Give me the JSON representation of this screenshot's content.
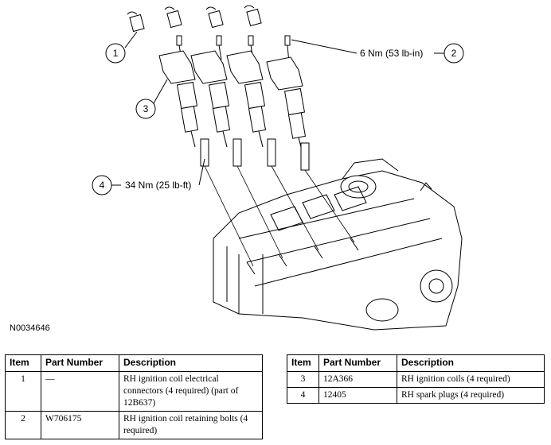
{
  "figure": {
    "callouts": [
      {
        "number": "1"
      },
      {
        "number": "2",
        "label": "6 Nm (53 lb-in)"
      },
      {
        "number": "3"
      },
      {
        "number": "4",
        "label": "34 Nm (25 lb-ft)"
      }
    ],
    "figure_id": "N0034646"
  },
  "table_left": {
    "headers": [
      "Item",
      "Part Number",
      "Description"
    ],
    "rows": [
      {
        "item": "1",
        "part_number": "—",
        "description": "RH ignition coil electrical connectors (4 required) (part of 12B637)"
      },
      {
        "item": "2",
        "part_number": "W706175",
        "description": "RH ignition coil retaining bolts (4 required)"
      }
    ]
  },
  "table_right": {
    "headers": [
      "Item",
      "Part Number",
      "Description"
    ],
    "rows": [
      {
        "item": "3",
        "part_number": "12A366",
        "description": "RH ignition coils (4 required)"
      },
      {
        "item": "4",
        "part_number": "12405",
        "description": "RH spark plugs (4 required)"
      }
    ]
  }
}
